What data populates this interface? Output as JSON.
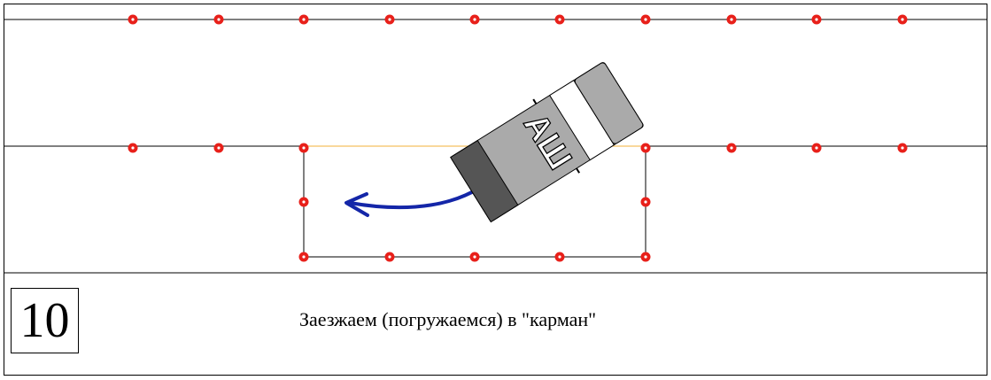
{
  "step": {
    "number": "10"
  },
  "caption": {
    "text": "Заезжаем (погружаемся) в \"карман\""
  },
  "car": {
    "label": "АШ",
    "body_color": "#aaaaaa",
    "end_color": "#555555",
    "window_color": "#ffffff"
  },
  "colors": {
    "cone": "#e8201a",
    "line": "#000000",
    "guide_line": "#f5c060",
    "arrow": "#1426a8"
  },
  "icons": {
    "arrow": "curved-arrow-icon",
    "car": "car-icon",
    "cone": "cone-marker-icon"
  }
}
